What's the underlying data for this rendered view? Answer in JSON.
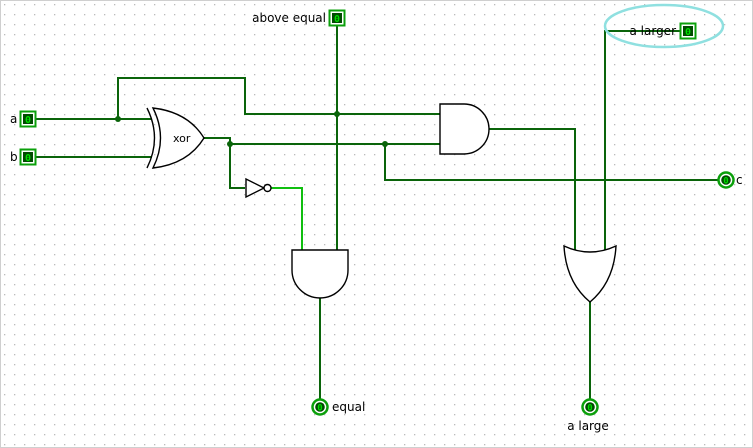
{
  "colors": {
    "wire_low": "#0a640a",
    "wire_high": "#0fbf0f",
    "gate_stroke": "#000000",
    "pin_border": "#0ba00b",
    "pin_fill": "#004b00",
    "pin_value": "#00e000",
    "label_text": "#000000",
    "halo": "#8fe0e0",
    "grid_dot": "#bababa"
  },
  "gates": {
    "xor": {
      "label": "xor"
    }
  },
  "pins": {
    "a": {
      "label": "a",
      "value": "0",
      "type": "input"
    },
    "b": {
      "label": "b",
      "value": "0",
      "type": "input"
    },
    "above_equal": {
      "label": "above equal",
      "value": "0",
      "type": "input"
    },
    "a_larger": {
      "label": "a larger",
      "value": "0",
      "type": "input",
      "highlighted": true
    },
    "equal": {
      "label": "equal",
      "value": "0",
      "type": "output"
    },
    "a_large": {
      "label": "a large",
      "value": "0",
      "type": "output"
    },
    "c": {
      "label": "c",
      "value": "0",
      "type": "output"
    }
  }
}
